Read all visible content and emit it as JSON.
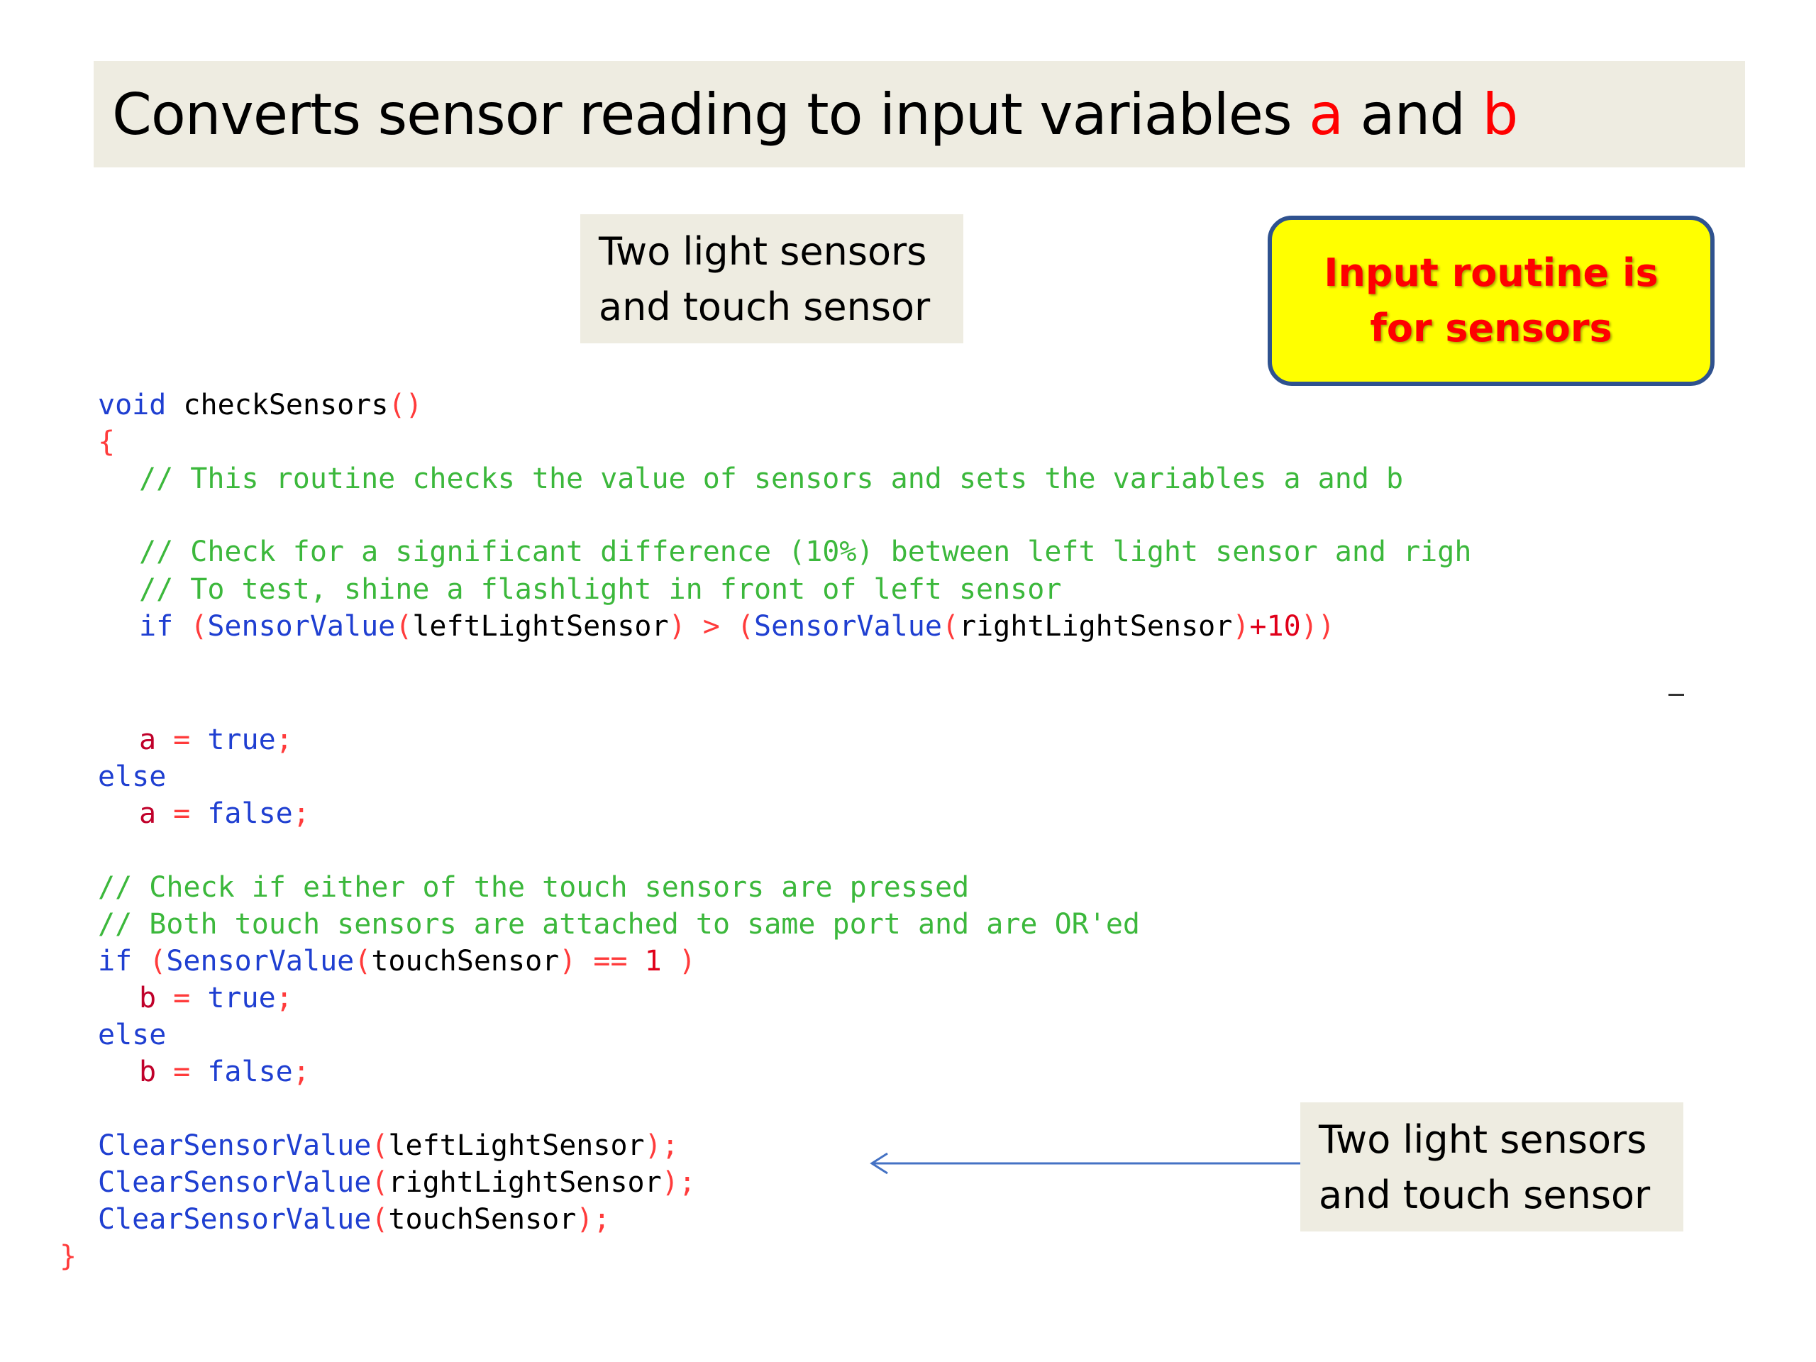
{
  "title": {
    "prefix": "Converts sensor reading to input variables ",
    "var_a": "a",
    "middle": " and ",
    "var_b": "b"
  },
  "note_top": {
    "line1": "Two light sensors",
    "line2": "and touch sensor"
  },
  "callout": {
    "text": "Input routine is for sensors"
  },
  "note_bottom": {
    "line1": "Two light sensors",
    "line2": "and touch sensor"
  },
  "code": {
    "l1": {
      "kw": "void",
      "name": " checkSensors",
      "paren": "()"
    },
    "l2": "{",
    "l3": "// This routine checks the value of sensors and sets the variables a and b",
    "l4": "// Check for a significant difference (10%) between left light sensor and righ",
    "l5": "// To test, shine a flashlight in front of left sensor",
    "l6": {
      "kw": "if",
      "open": " (",
      "fn1": "SensorValue",
      "p1": "(",
      "arg1": "leftLightSensor",
      "p2": ") > (",
      "fn2": "SensorValue",
      "p3": "(",
      "arg2": "rightLightSensor",
      "p4": ")",
      "num": "+10",
      "close": "))"
    },
    "l7": {
      "var": "a",
      "op": " = ",
      "val": "true",
      "semi": ";"
    },
    "l8": "else",
    "l9": {
      "var": "a",
      "op": " = ",
      "val": "false",
      "semi": ";"
    },
    "l10": "// Check if either of the touch sensors are pressed",
    "l11": "// Both touch sensors are attached to same port and are OR'ed",
    "l12": {
      "kw": "if",
      "open": " (",
      "fn": "SensorValue",
      "p1": "(",
      "arg": "touchSensor",
      "p2": ") == ",
      "num": "1",
      "close": " )"
    },
    "l13": {
      "var": "b",
      "op": " = ",
      "val": "true",
      "semi": ";"
    },
    "l14": "else",
    "l15": {
      "var": "b",
      "op": " = ",
      "val": "false",
      "semi": ";"
    },
    "l16": {
      "fn": "ClearSensorValue",
      "p1": "(",
      "arg": "leftLightSensor",
      "p2": ");"
    },
    "l17": {
      "fn": "ClearSensorValue",
      "p1": "(",
      "arg": "rightLightSensor",
      "p2": ");"
    },
    "l18": {
      "fn": "ClearSensorValue",
      "p1": "(",
      "arg": "touchSensor",
      "p2": ");"
    },
    "l19": "}"
  },
  "colors": {
    "title_bg": "#eeece1",
    "accent_red": "#ff0000",
    "callout_bg": "#ffff00",
    "callout_border": "#2f528f",
    "code_keyword": "#1f3fd1",
    "code_comment": "#3cb83c",
    "code_punct": "#ff3b3b"
  }
}
